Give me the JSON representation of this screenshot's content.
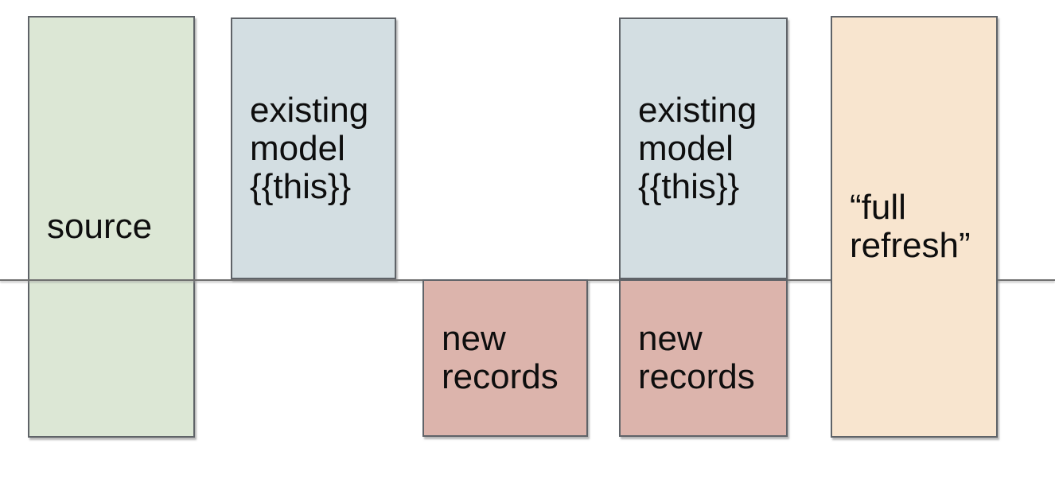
{
  "diagram": {
    "description_colors": {
      "source_fill": "#dce7d5",
      "existing_model_fill": "#d3dee2",
      "new_records_fill": "#dcb4ac",
      "full_refresh_fill": "#f8e5cf",
      "box_border": "#5f6368",
      "timeline_color": "#6f6f6f",
      "text_color": "#0e0e0e",
      "background": "#ffffff"
    },
    "boxes": {
      "source": {
        "label": "source",
        "fill": "#dce7d5"
      },
      "existing_model_1": {
        "label": "existing\nmodel\n{{this}}",
        "fill": "#d3dee2"
      },
      "new_records_1": {
        "label": "new\nrecords",
        "fill": "#dcb4ac"
      },
      "existing_model_2": {
        "label": "existing\nmodel\n{{this}}",
        "fill": "#d3dee2"
      },
      "new_records_2": {
        "label": "new\nrecords",
        "fill": "#dcb4ac"
      },
      "full_refresh": {
        "label": "“full\nrefresh”",
        "fill": "#f8e5cf"
      }
    }
  }
}
